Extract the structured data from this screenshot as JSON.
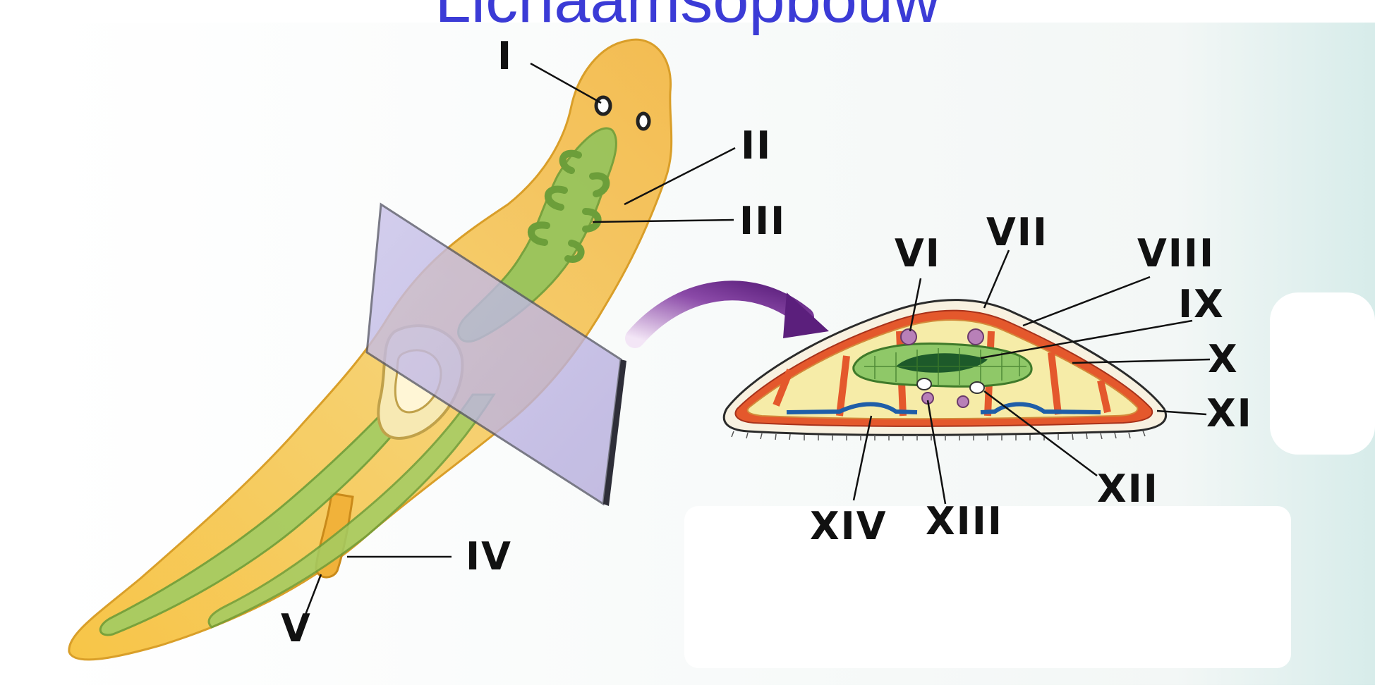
{
  "title": "Lichaamsopbouw",
  "labels": {
    "l1": "I",
    "l2": "II",
    "l3": "III",
    "l4": "IV",
    "l5": "V",
    "l6": "VI",
    "l7": "VII",
    "l8": "VIII",
    "l9": "IX",
    "l10": "X",
    "l11": "XI",
    "l12": "XII",
    "l13": "XIII",
    "l14": "XIV"
  },
  "colors": {
    "title": "#3b3bd6",
    "body_yellow": "#f4c24a",
    "gut_green": "#8fc05a",
    "plane_lilac": "#c3bde3",
    "arrow_purple": "#6b2a8c",
    "muscle_red": "#e2562a"
  }
}
